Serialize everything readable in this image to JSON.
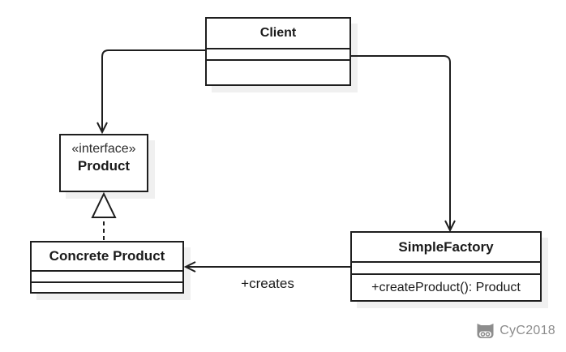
{
  "diagram_type": "uml-class-diagram",
  "classes": {
    "client": {
      "name": "Client",
      "compartments": [
        "",
        ""
      ]
    },
    "product": {
      "stereotype": "«interface»",
      "name": "Product"
    },
    "concrete_product": {
      "name": "Concrete Product",
      "compartments": [
        "",
        ""
      ]
    },
    "simple_factory": {
      "name": "SimpleFactory",
      "method": "+createProduct(): Product"
    }
  },
  "relationships": [
    {
      "from": "Client",
      "to": "Product",
      "type": "association",
      "arrow": "open",
      "label": ""
    },
    {
      "from": "Client",
      "to": "SimpleFactory",
      "type": "association",
      "arrow": "open",
      "label": ""
    },
    {
      "from": "SimpleFactory",
      "to": "Concrete Product",
      "type": "dependency",
      "arrow": "open",
      "label": "+creates"
    },
    {
      "from": "Concrete Product",
      "to": "Product",
      "type": "realization",
      "arrow": "hollow-triangle-dashed",
      "label": ""
    }
  ],
  "labels": {
    "creates": "+creates"
  },
  "watermark": {
    "text": "CyC2018",
    "icon": "octocat-icon",
    "color": "#8d8d8d"
  },
  "colors": {
    "background": "#ffffff",
    "line": "#1e1e1e",
    "text": "#1a1a1a",
    "shadow": "#f0f0f0",
    "watermark": "#8d8d8d"
  }
}
